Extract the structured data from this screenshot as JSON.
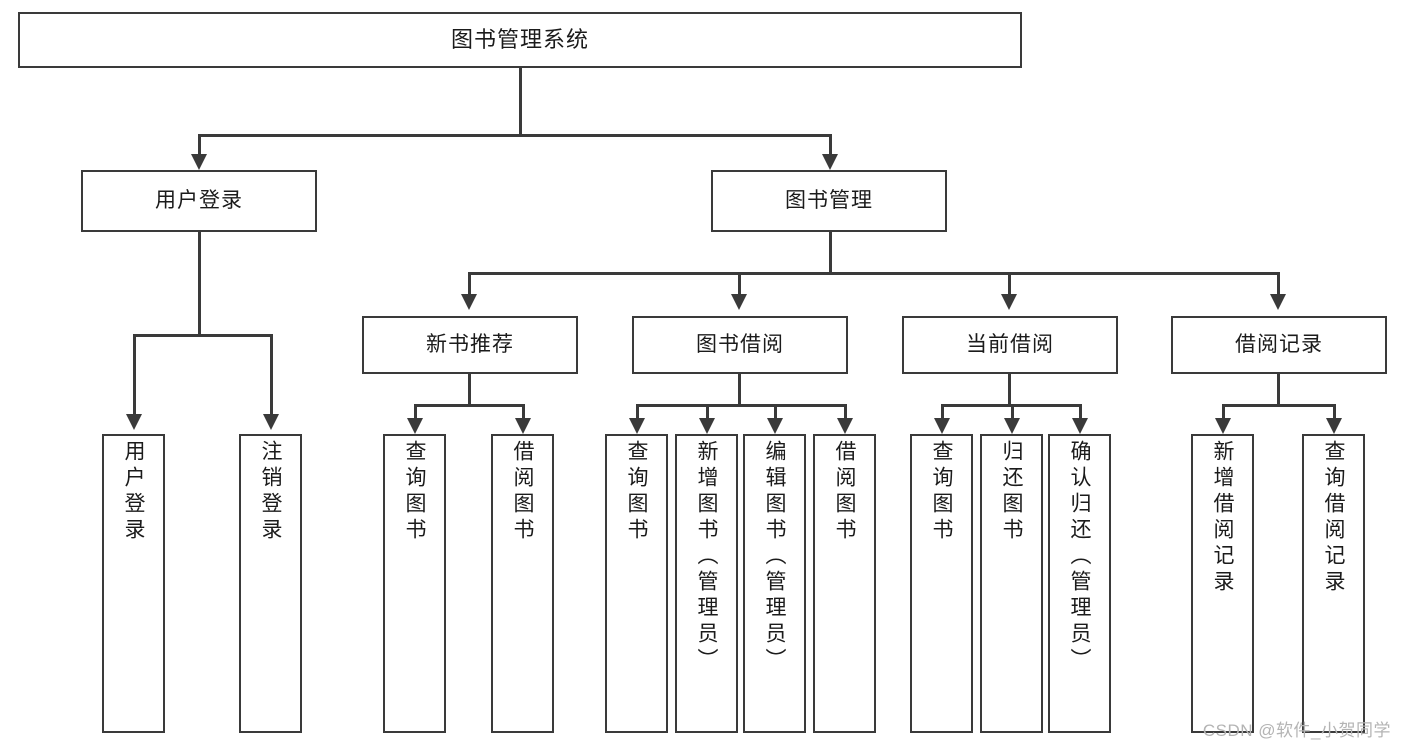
{
  "diagram": {
    "title": "图书管理系统",
    "type": "tree",
    "watermark": "CSDN @软件_小贺同学",
    "colors": {
      "stroke": "#3a3a3a",
      "fill": "#ffffff",
      "text": "#1b1b1b",
      "watermark": "#b4b4b4"
    },
    "root": {
      "label": "图书管理系统"
    },
    "level2": [
      {
        "label": "用户登录"
      },
      {
        "label": "图书管理"
      }
    ],
    "level3": [
      {
        "label": "新书推荐"
      },
      {
        "label": "图书借阅"
      },
      {
        "label": "当前借阅"
      },
      {
        "label": "借阅记录"
      }
    ],
    "leaves": {
      "user_login": [
        {
          "label": "用户登录"
        },
        {
          "label": "注销登录"
        }
      ],
      "new_book_recommend": [
        {
          "label": "查询图书"
        },
        {
          "label": "借阅图书"
        }
      ],
      "book_borrow": [
        {
          "label": "查询图书"
        },
        {
          "label": "新增图书（管理员）"
        },
        {
          "label": "编辑图书（管理员）"
        },
        {
          "label": "借阅图书"
        }
      ],
      "current_borrow": [
        {
          "label": "查询图书"
        },
        {
          "label": "归还图书"
        },
        {
          "label": "确认归还（管理员）"
        }
      ],
      "borrow_record": [
        {
          "label": "新增借阅记录"
        },
        {
          "label": "查询借阅记录"
        }
      ]
    }
  }
}
